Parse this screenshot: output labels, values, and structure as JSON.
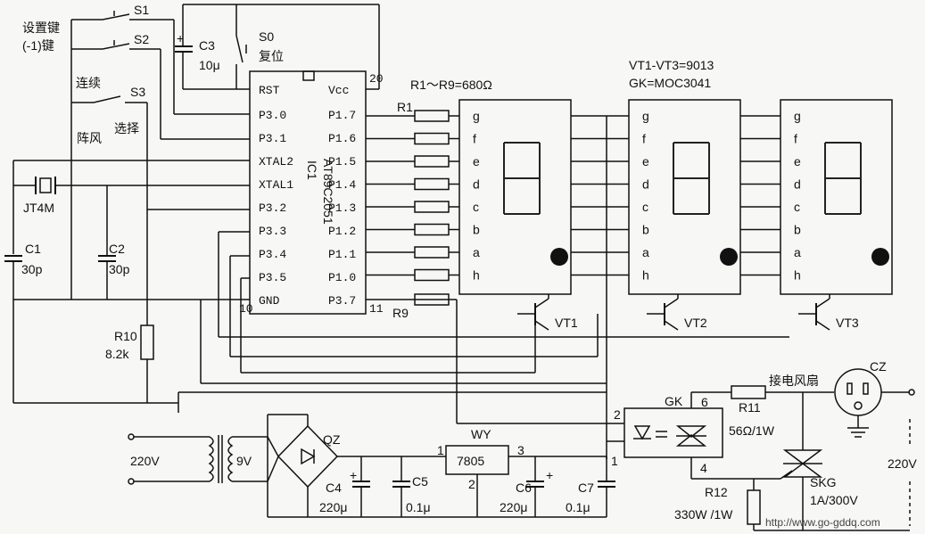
{
  "switches": {
    "s1": "S1",
    "s2": "S2",
    "s3": "S3",
    "s0": "S0",
    "set_key": "设置键",
    "minus_key": "(-1)键",
    "continuous": "连续",
    "select": "选择",
    "gust": "阵风",
    "reset": "复位"
  },
  "caps": {
    "c3": "C3",
    "c3v": "10μ",
    "c1": "C1",
    "c1v": "30p",
    "c2": "C2",
    "c2v": "30p",
    "c4": "C4",
    "c4v": "220μ",
    "c5": "C5",
    "c5v": "0.1μ",
    "c6": "C6",
    "c6v": "220μ",
    "c7": "C7",
    "c7v": "0.1μ"
  },
  "crystal": "JT4M",
  "ic": {
    "name": "IC1",
    "part": "AT89C2051",
    "left_pins": [
      "RST",
      "P3.0",
      "P3.1",
      "XTAL2",
      "XTAL1",
      "P3.2",
      "P3.3",
      "P3.4",
      "P3.5",
      "GND"
    ],
    "right_pins": [
      "Vcc",
      "P1.7",
      "P1.6",
      "P1.5",
      "P1.4",
      "P1.3",
      "P1.2",
      "P1.1",
      "P1.0",
      "P3.7"
    ],
    "pin20": "20",
    "pin10": "10",
    "pin11": "11"
  },
  "resistors": {
    "r1": "R1",
    "r9": "R9",
    "range": "R1～R9=680Ω",
    "r10": "R10",
    "r10v": "8.2k",
    "r11": "R11",
    "r12": "R12",
    "r12v": "330W /1W",
    "r11v": "56Ω/1W"
  },
  "segments": [
    "g",
    "f",
    "e",
    "d",
    "c",
    "b",
    "a",
    "h"
  ],
  "transistors": {
    "vt1": "VT1",
    "vt2": "VT2",
    "vt3": "VT3",
    "note1": "VT1-VT3=9013",
    "note2": "GK=MOC3041"
  },
  "power": {
    "v220": "220V",
    "v9": "9V",
    "qz": "QZ",
    "wy": "WY",
    "reg": "7805",
    "p1": "1",
    "p2": "2",
    "p3": "3",
    "p1b": "1"
  },
  "optocoupler": {
    "gk": "GK",
    "p2": "2",
    "p4": "4",
    "p6": "6"
  },
  "triac": {
    "skg": "SKG",
    "rating": "1A/300V"
  },
  "fan": {
    "label": "接电风扇",
    "cz": "CZ",
    "v220": "220V"
  },
  "watermark": "http://www.go-gddq.com"
}
